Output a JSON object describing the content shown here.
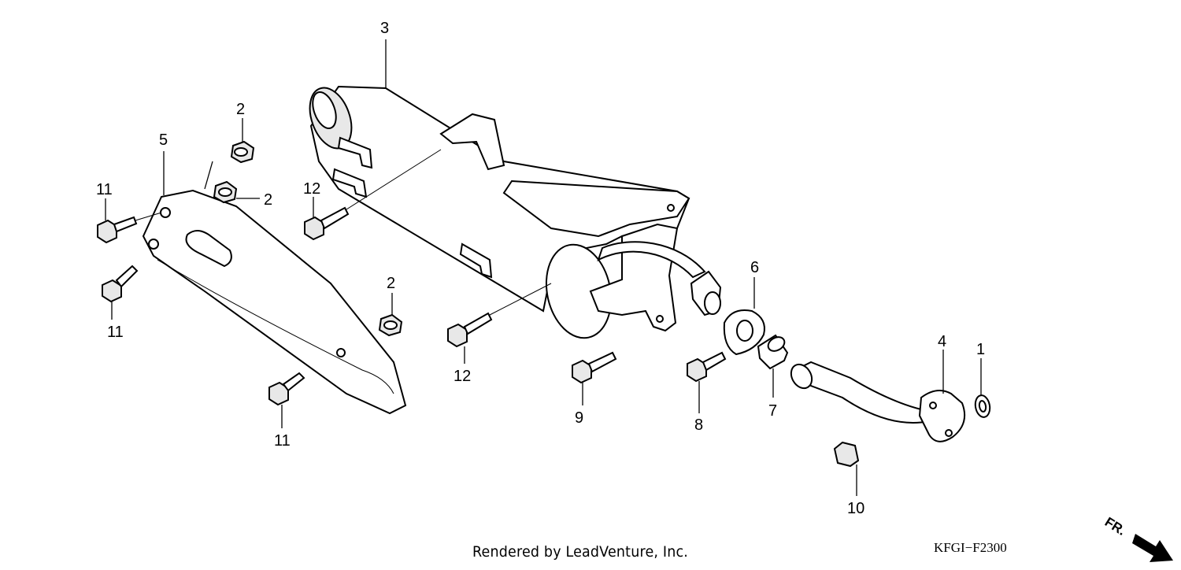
{
  "callouts": [
    "1",
    "2",
    "3",
    "4",
    "5",
    "6",
    "7",
    "8",
    "9",
    "10",
    "11",
    "12"
  ],
  "labels": {
    "c3": "3",
    "c2a": "2",
    "c5": "5",
    "c2b": "2",
    "c12a": "12",
    "c11a": "11",
    "c11b": "11",
    "c2c": "2",
    "c6": "6",
    "c12b": "12",
    "c4": "4",
    "c1": "1",
    "c9": "9",
    "c8": "8",
    "c7": "7",
    "c11c": "11",
    "c10": "10"
  },
  "front_marker": "FR.",
  "diagram_code": "KFGI−F2300",
  "credit": "Rendered by LeadVenture, Inc."
}
